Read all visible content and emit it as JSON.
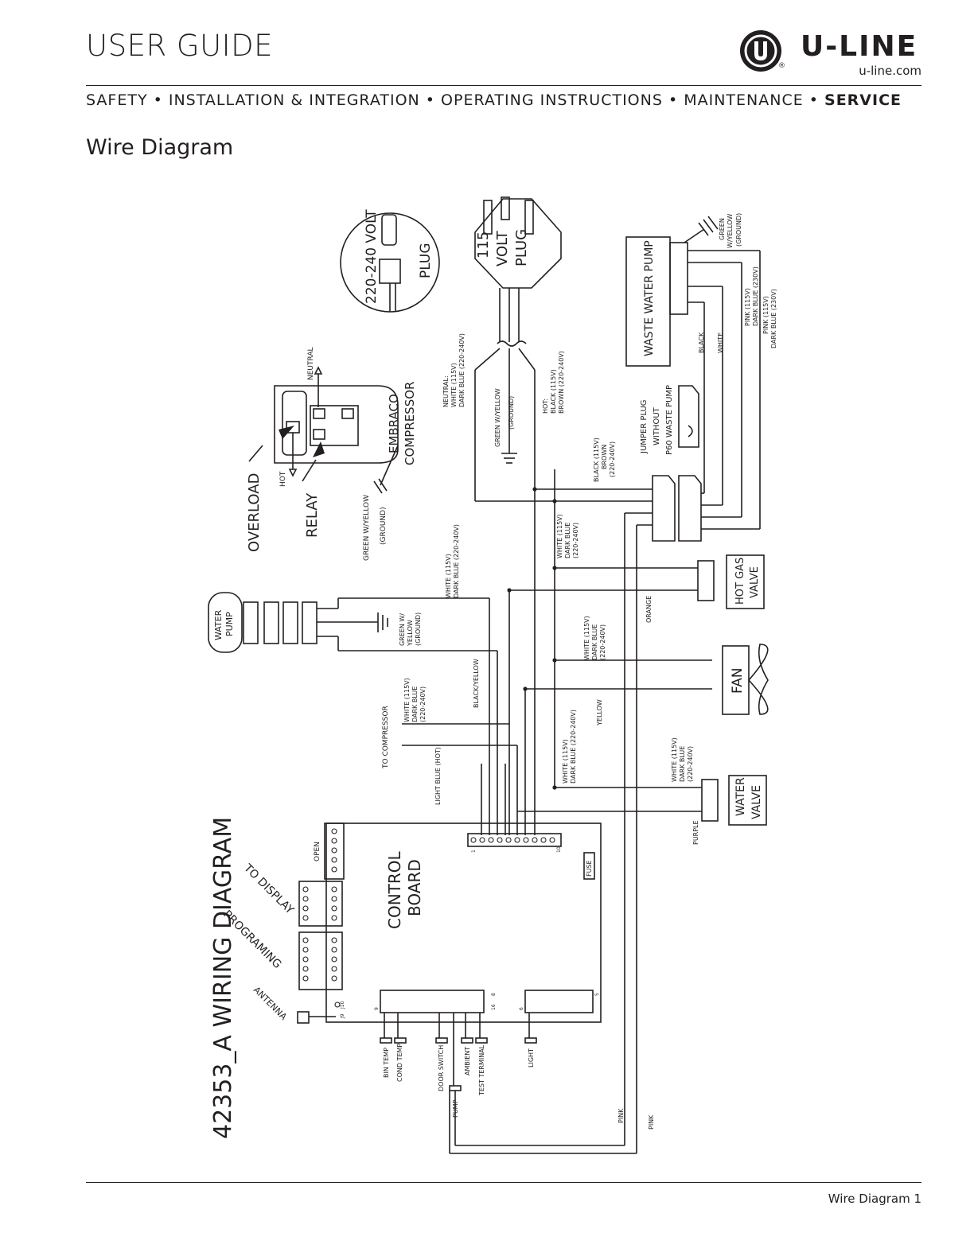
{
  "header": {
    "title": "USER GUIDE",
    "logo_text": "U-LINE",
    "logo_url": "u-line.com",
    "logo_reg": "®"
  },
  "nav": {
    "items": [
      "SAFETY",
      "INSTALLATION & INTEGRATION",
      "OPERATING INSTRUCTIONS",
      "MAINTENANCE"
    ],
    "active": "SERVICE",
    "separator": " • "
  },
  "section_title": "Wire Diagram",
  "diagram": {
    "title": "42353_A WIRING DIAGRAM",
    "plug_220": [
      "220-240 VOLT",
      "PLUG"
    ],
    "plug_115": [
      "115",
      "VOLT",
      "PLUG"
    ],
    "waste_pump": "WASTE WATER PUMP",
    "ground_green_top": [
      "GREEN",
      "W/YELLOW",
      "(GROUND)"
    ],
    "pink_dark_blue_1": [
      "PINK (115V)",
      "DARK BLUE (230V)"
    ],
    "pink_dark_blue_2": [
      "PINK (115V)",
      "DARK BLUE (230V)"
    ],
    "black": "BLACK",
    "white": "WHITE",
    "jumper": [
      "JUMPER PLUG",
      "WITHOUT",
      "P60 WASTE PUMP"
    ],
    "neutral_wire": [
      "NEUTRAL:",
      "WHITE (115V)",
      "DARK BLUE (220-240V)"
    ],
    "hot_wire": [
      "HOT:",
      "BLACK (115V)",
      "BROWN (220-240V)"
    ],
    "green_ground_center": [
      "GREEN W/YELLOW",
      "(GROUND)"
    ],
    "black_brown": [
      "BLACK (115V)",
      "BROWN",
      "(220-240V)"
    ],
    "embraco": [
      "EMBRACO",
      "COMPRESSOR"
    ],
    "neutral": "NEUTRAL",
    "hot": "HOT",
    "overload": "OVERLOAD",
    "relay": "RELAY",
    "green_ground_comp": [
      "GREEN W/YELLOW",
      "(GROUND)"
    ],
    "white_dark_blue_a": [
      "WHITE (115V)",
      "DARK BLUE (220-240V)"
    ],
    "white_dark_blue_b": [
      "WHITE (115V)",
      "DARK BLUE",
      "(220-240V)"
    ],
    "hot_gas_valve": [
      "HOT GAS",
      "VALVE"
    ],
    "orange": "ORANGE",
    "water_pump": [
      "WATER",
      "PUMP"
    ],
    "green_ground_pump": [
      "GREEN W/",
      "YELLOW",
      "(GROUND)"
    ],
    "white_dark_blue_fan": [
      "WHITE (115V)",
      "DARK BLUE",
      "(220-240V)"
    ],
    "fan": "FAN",
    "black_yellow": "BLACK/YELLOW",
    "yellow": "YELLOW",
    "to_compressor": "TO COMPRESSOR",
    "white_dark_blue_comp": [
      "WHITE (115V)",
      "DARK BLUE",
      "(220-240V)"
    ],
    "white_dark_blue_c": [
      "WHITE (115V)",
      "DARK BLUE (220-240V)"
    ],
    "white_dark_blue_valve": [
      "WHITE (115V)",
      "DARK BLUE",
      "(220-240V)"
    ],
    "water_valve": [
      "WATER",
      "VALVE"
    ],
    "purple": "PURPLE",
    "light_blue": "LIGHT BLUE (HOT)",
    "open": "OPEN",
    "control_board": [
      "CONTROL",
      "BOARD"
    ],
    "fuse": "FUSE",
    "to_display": "TO DISPLAY",
    "programming": "PROGRAMING",
    "antenna": "ANTENNA",
    "j9": "J9",
    "j10": "J10",
    "pin_1": "1",
    "pin_10": "10",
    "pin_9": "9",
    "pin_16": "16",
    "pin_8": "8",
    "pin_6": "6",
    "pin_5": "5",
    "bin_temp": "BIN TEMP",
    "cond_temp": "COND TEMP",
    "door_switch": "DOOR SWITCH",
    "ambient": "AMBIENT",
    "test_terminal": "TEST TERMINAL",
    "pump": "PUMP",
    "light": "LIGHT",
    "pink_1": "PINK",
    "pink_2": "PINK"
  },
  "footer": {
    "page_label": "Wire Diagram 1"
  }
}
